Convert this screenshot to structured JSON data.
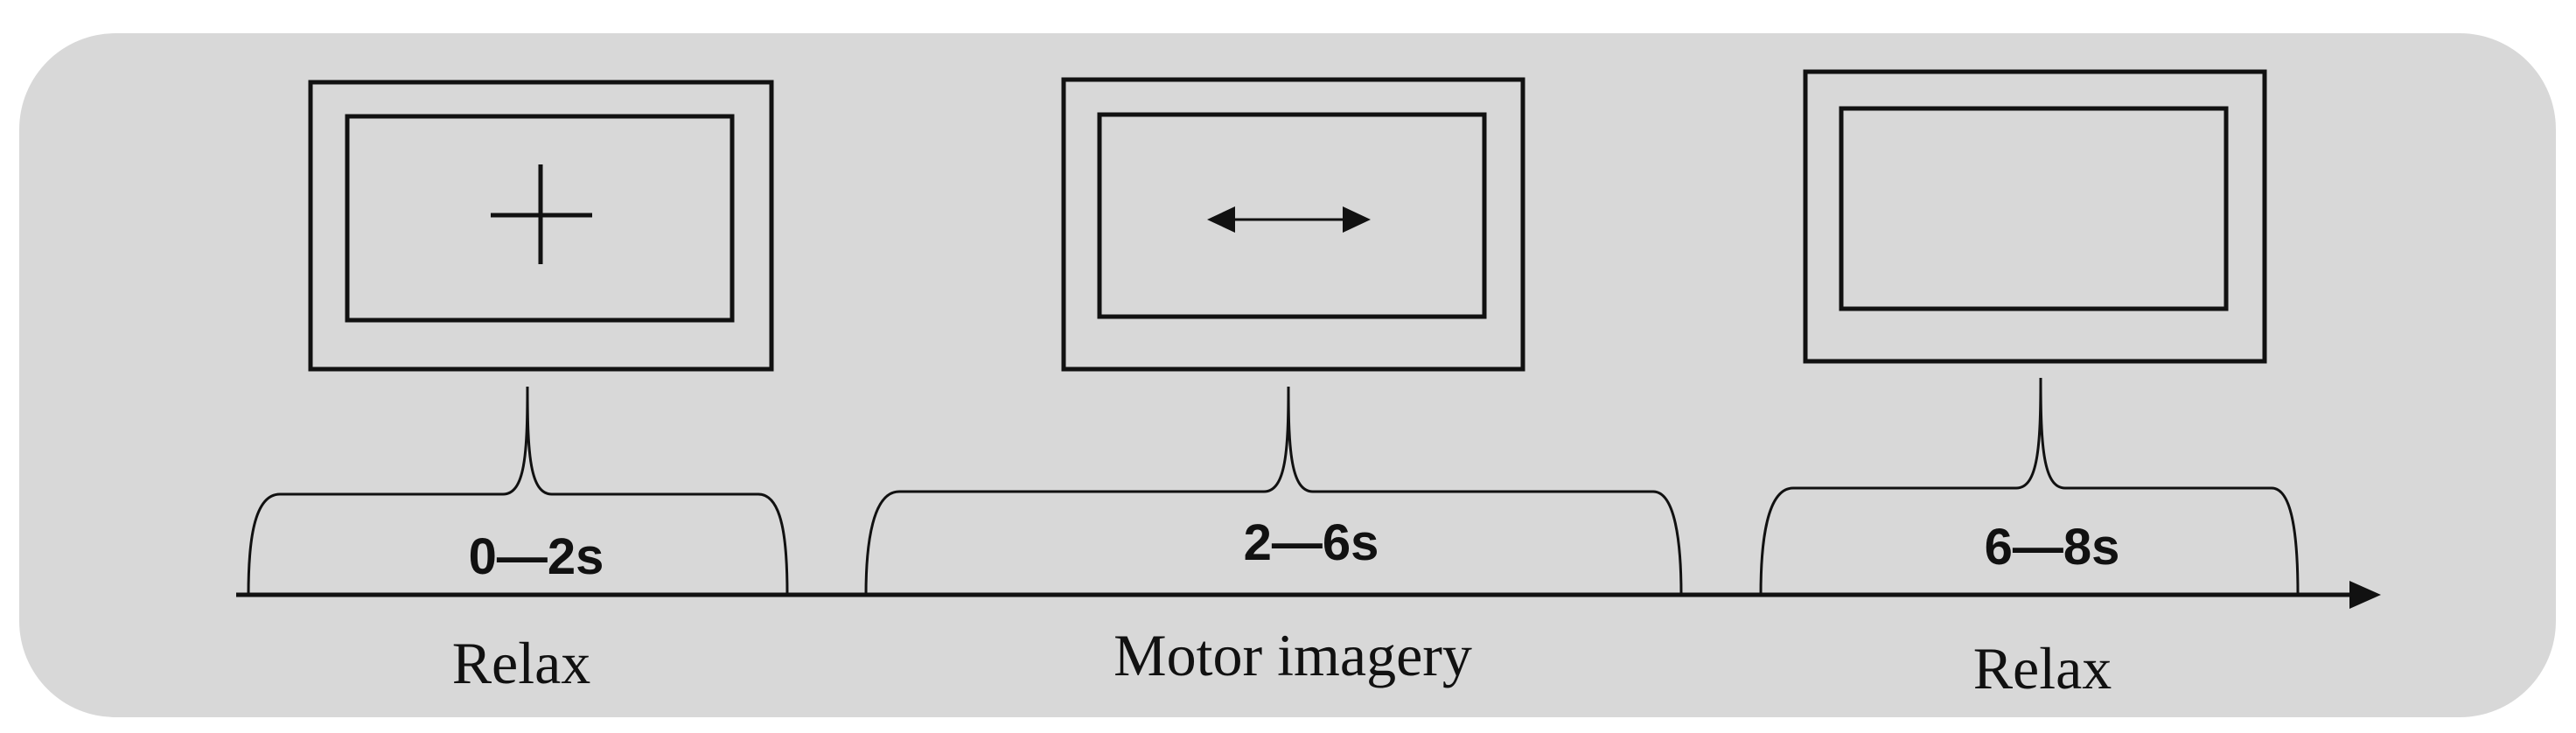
{
  "segments": [
    {
      "time": "0—2s",
      "phase": "Relax",
      "cue": "fixation-cross"
    },
    {
      "time": "2—6s",
      "phase": "Motor imagery",
      "cue": "double-arrow"
    },
    {
      "time": "6—8s",
      "phase": "Relax",
      "cue": "blank"
    }
  ],
  "colors": {
    "panel": "#d8d8d8",
    "stroke": "#111111"
  }
}
